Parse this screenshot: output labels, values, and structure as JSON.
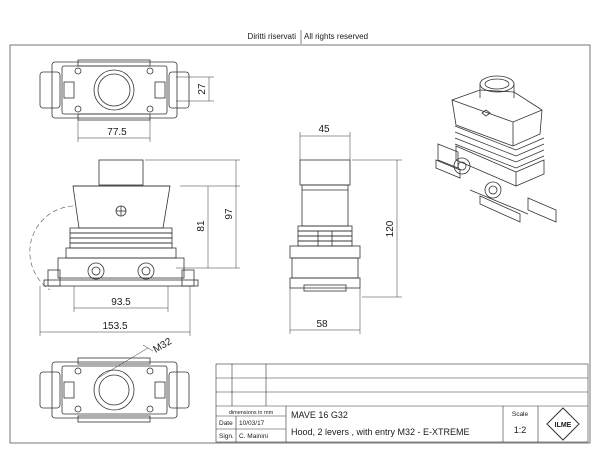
{
  "header": {
    "rights_it": "Diritti riservati",
    "rights_en": "All rights reserved"
  },
  "dimensions": {
    "top_height": "27",
    "top_width": "77.5",
    "front_height_81": "81",
    "front_height_97": "97",
    "front_inner_width": "93.5",
    "front_total_width": "153.5",
    "side_top_width": "45",
    "side_height": "120",
    "side_base_width": "58",
    "bottom_thread": "M32"
  },
  "title_block": {
    "units_note": "dimensions in mm",
    "date_label": "Date",
    "date_value": "10/03/17",
    "sign_label": "Sign.",
    "sign_value": "C. Mainini",
    "part_code": "MAVE 16 G32",
    "description": "Hood, 2 levers , with  entry M32 - E-XTREME",
    "scale_label": "Scale",
    "scale_value": "1:2",
    "logo_text": "ILME"
  }
}
